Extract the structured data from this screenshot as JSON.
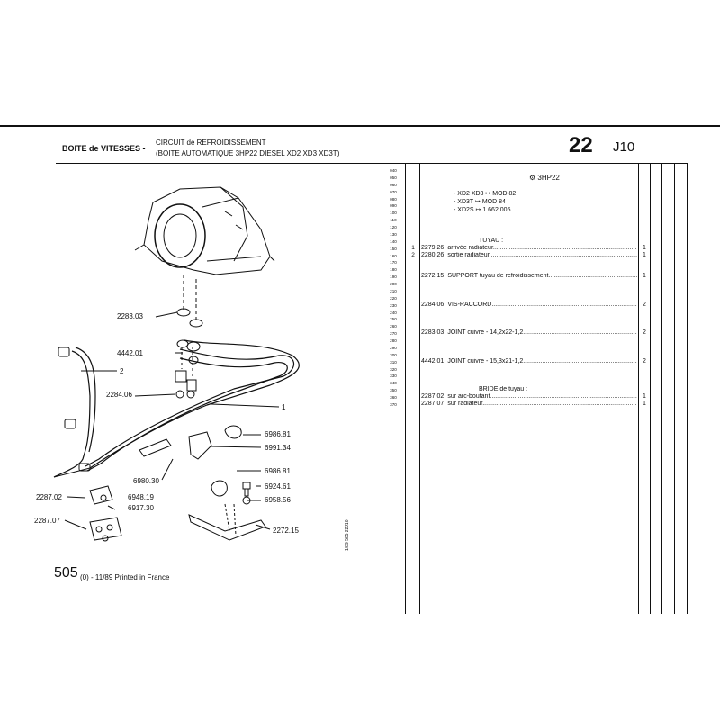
{
  "header": {
    "section": "BOITE de VITESSES -",
    "subtitle_line1": "CIRCUIT de REFROIDISSEMENT",
    "subtitle_line2": "(BOITE AUTOMATIQUE 3HP22 DIESEL XD2 XD3 XD3T)",
    "page_number": "22",
    "page_code": "J10"
  },
  "line_numbers": [
    "040",
    "050",
    "060",
    "070",
    "080",
    "090",
    "100",
    "110",
    "120",
    "130",
    "140",
    "150",
    "160",
    "170",
    "180",
    "190",
    "200",
    "210",
    "220",
    "230",
    "240",
    "250",
    "260",
    "270",
    "280",
    "290",
    "300",
    "310",
    "320",
    "330",
    "340",
    "350",
    "360",
    "370"
  ],
  "applicability": {
    "gearbox": "3HP22",
    "lines": [
      {
        "text": "- XD2 XD3",
        "arrow": "MOD 82"
      },
      {
        "text": "- XD3T",
        "arrow": "MOD 84"
      },
      {
        "text": "- XD2S",
        "arrow": "1.662.005"
      }
    ]
  },
  "parts": [
    {
      "row": 10,
      "ref": "",
      "part": "",
      "desc": "TUYAU :",
      "qty": ""
    },
    {
      "row": 11,
      "ref": "1",
      "part": "2279.26",
      "desc": "arrivée radiateur",
      "qty": "1"
    },
    {
      "row": 12,
      "ref": "2",
      "part": "2280.26",
      "desc": "sortie radiateur",
      "qty": "1"
    },
    {
      "row": 15,
      "ref": "",
      "part": "2272.15",
      "desc": "SUPPORT tuyau de refroidissement",
      "qty": "1"
    },
    {
      "row": 19,
      "ref": "",
      "part": "2284.06",
      "desc": "VIS-RACCORD",
      "qty": "2"
    },
    {
      "row": 23,
      "ref": "",
      "part": "2283.03",
      "desc": "JOINT cuivre - 14,2x22-1,2",
      "qty": "2"
    },
    {
      "row": 27,
      "ref": "",
      "part": "4442.01",
      "desc": "JOINT cuivre - 15,3x21-1,2",
      "qty": "2"
    },
    {
      "row": 31,
      "ref": "",
      "part": "",
      "desc": "BRIDE de tuyau :",
      "qty": ""
    },
    {
      "row": 32,
      "ref": "",
      "part": "2287.02",
      "desc": "sur arc-boutant",
      "qty": "1"
    },
    {
      "row": 33,
      "ref": "",
      "part": "2287.07",
      "desc": "sur radiateur",
      "qty": "1"
    }
  ],
  "diagram_labels": {
    "l2283": "2283.03",
    "l4442": "4442.01",
    "l2": "2",
    "l2284": "2284.06",
    "l1": "1",
    "l6986a": "6986.81",
    "l6991": "6991.34",
    "l6980": "6980.30",
    "l6986b": "6986.81",
    "l6924": "6924.61",
    "l2287_02": "2287.02",
    "l6948": "6948.19",
    "l6958": "6958.56",
    "l6917": "6917.30",
    "l2287_07": "2287.07",
    "l2272": "2272.15"
  },
  "footer": {
    "number": "505",
    "text": "(0) - 11/89 Printed in France",
    "vertical": "1/89 505 22J10"
  }
}
